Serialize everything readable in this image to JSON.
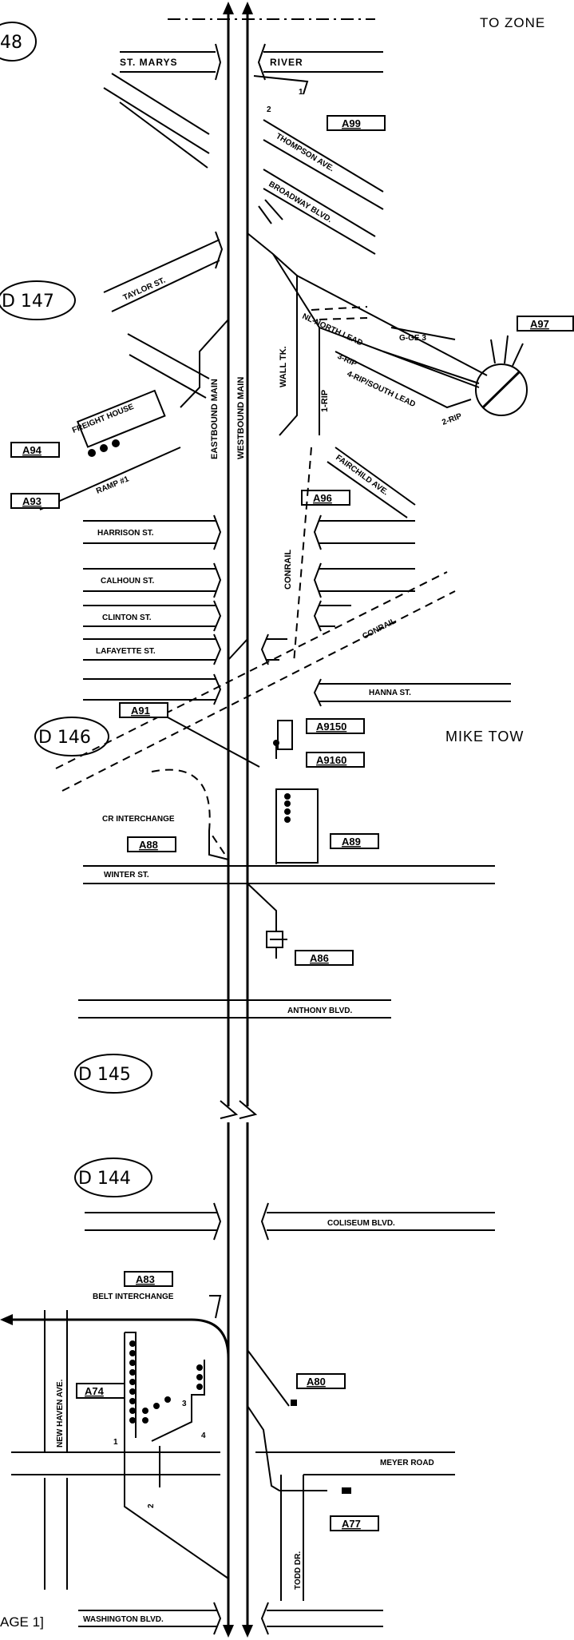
{
  "header": {
    "zone_text": "TO ZONE",
    "top_left_label": "48",
    "page_ref": "AGE 1]"
  },
  "districts": [
    {
      "id": "d147",
      "label": "D 147"
    },
    {
      "id": "d146",
      "label": "D 146"
    },
    {
      "id": "d145",
      "label": "D 145"
    },
    {
      "id": "d144",
      "label": "D 144"
    }
  ],
  "tracks": {
    "eastbound": "EASTBOUND MAIN",
    "westbound": "WESTBOUND MAIN",
    "wall": "WALL TK.",
    "conrail_vertical": "CONRAIL",
    "conrail_diagonal": "CONRAIL",
    "rip1": "1-RIP"
  },
  "streets": {
    "st_marys": "ST. MARYS",
    "river": "RIVER",
    "thompson": "THOMPSON AVE.",
    "broadway": "BROADWAY BLVD.",
    "taylor": "TAYLOR ST.",
    "harrison": "HARRISON ST.",
    "calhoun": "CALHOUN ST.",
    "clinton": "CLINTON ST.",
    "lafayette": "LAFAYETTE ST.",
    "hanna": "HANNA ST.",
    "winter": "WINTER ST.",
    "anthony": "ANTHONY BLVD.",
    "coliseum": "COLISEUM BLVD.",
    "new_haven": "NEW HAVEN AVE.",
    "meyer": "MEYER ROAD",
    "todd": "TODD DR.",
    "washington": "WASHINGTON BLVD.",
    "fairchild": "FAIRCHILD AVE."
  },
  "yard": {
    "nl_north": "NL-NORTH LEAD",
    "gge3": "G-GE 3",
    "rip3": "3-RIP",
    "rip4": "4-RIP/SOUTH LEAD",
    "rip2": "2-RIP"
  },
  "features": {
    "freight_house": "FREIGHT HOUSE",
    "ramp1": "RAMP #1",
    "cr_interchange": "CR INTERCHANGE",
    "belt_interchange": "BELT INTERCHANGE",
    "mike_tower": "MIKE TOW"
  },
  "small_numbers": {
    "n2_top": "2",
    "n1_top": "1",
    "n1_bot": "1",
    "n2_bot": "2",
    "n3_bot": "3",
    "n4_bot": "4"
  },
  "signals": {
    "a99": "A99",
    "a97": "A97",
    "a94": "A94",
    "a93": "A93",
    "a96": "A96",
    "a91": "A91",
    "a9150": "A9150",
    "a9160": "A9160",
    "a88": "A88",
    "a89": "A89",
    "a86": "A86",
    "a83": "A83",
    "a74": "A74",
    "a80": "A80",
    "a77": "A77"
  }
}
